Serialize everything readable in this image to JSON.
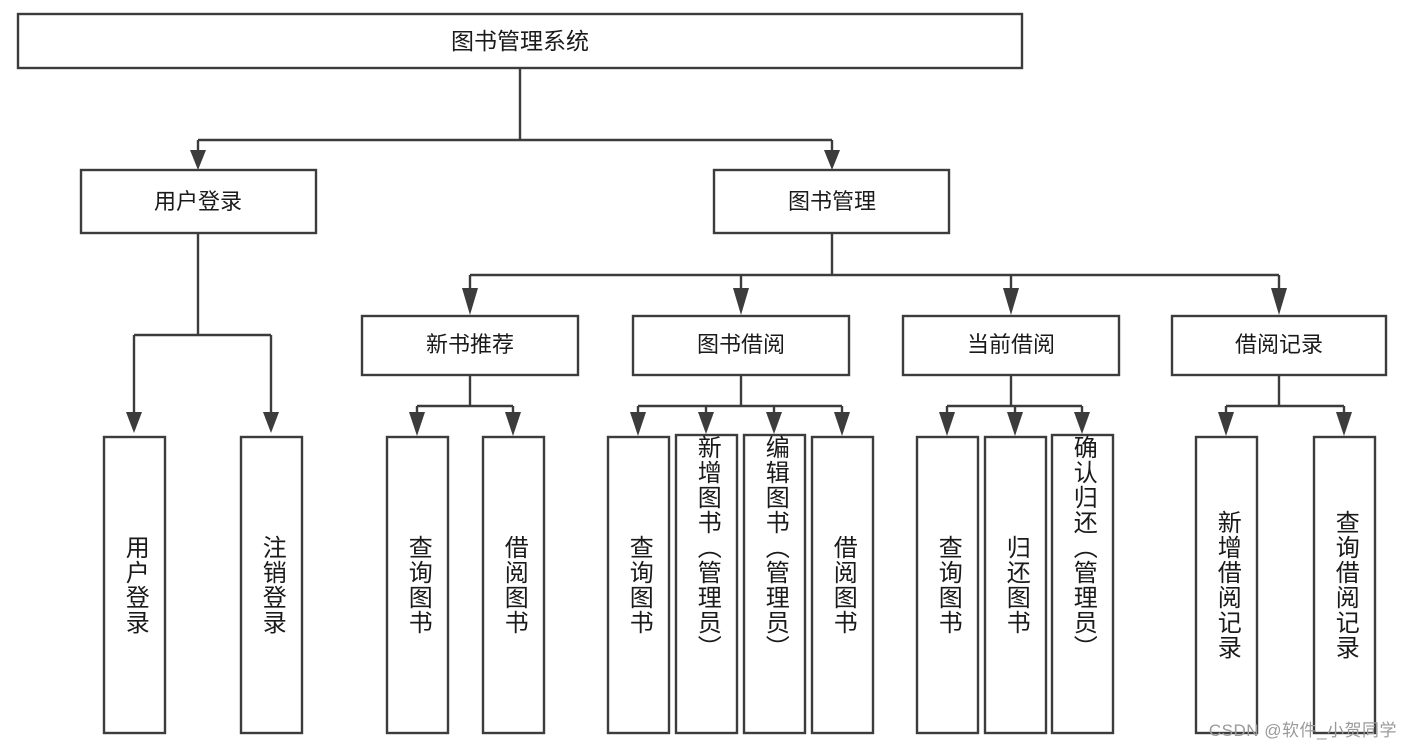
{
  "diagram": {
    "type": "tree-hierarchy",
    "title": "图书管理系统",
    "watermark": "CSDN @软件_小贺同学",
    "style": {
      "box_fill": "#ffffff",
      "box_stroke": "#3c3c3c",
      "text_color": "#1a1a1a",
      "watermark_color": "#9a9a9a"
    },
    "levels": {
      "root": {
        "label": "图书管理系统"
      },
      "level2": [
        {
          "id": "user-login",
          "label": "用户登录"
        },
        {
          "id": "book-manage",
          "label": "图书管理"
        }
      ],
      "level3": [
        {
          "id": "new-book-rec",
          "label": "新书推荐",
          "parent": "book-manage"
        },
        {
          "id": "book-borrow",
          "label": "图书借阅",
          "parent": "book-manage"
        },
        {
          "id": "current-borrow",
          "label": "当前借阅",
          "parent": "book-manage"
        },
        {
          "id": "borrow-record",
          "label": "借阅记录",
          "parent": "book-manage"
        }
      ],
      "leaves": [
        {
          "id": "leaf-user-login",
          "label": "用户登录",
          "parent": "user-login"
        },
        {
          "id": "leaf-logout",
          "label": "注销登录",
          "parent": "user-login"
        },
        {
          "id": "leaf-query-book-1",
          "label": "查询图书",
          "parent": "new-book-rec"
        },
        {
          "id": "leaf-borrow-book-1",
          "label": "借阅图书",
          "parent": "new-book-rec"
        },
        {
          "id": "leaf-query-book-2",
          "label": "查询图书",
          "parent": "book-borrow"
        },
        {
          "id": "leaf-add-book",
          "label": "新增图书（管理员）",
          "parent": "book-borrow"
        },
        {
          "id": "leaf-edit-book",
          "label": "编辑图书（管理员）",
          "parent": "book-borrow"
        },
        {
          "id": "leaf-borrow-book-2",
          "label": "借阅图书",
          "parent": "book-borrow"
        },
        {
          "id": "leaf-query-book-3",
          "label": "查询图书",
          "parent": "current-borrow"
        },
        {
          "id": "leaf-return-book",
          "label": "归还图书",
          "parent": "current-borrow"
        },
        {
          "id": "leaf-confirm-return",
          "label": "确认归还（管理员）",
          "parent": "current-borrow"
        },
        {
          "id": "leaf-add-record",
          "label": "新增借阅记录",
          "parent": "borrow-record"
        },
        {
          "id": "leaf-query-record",
          "label": "查询借阅记录",
          "parent": "borrow-record"
        }
      ]
    }
  }
}
